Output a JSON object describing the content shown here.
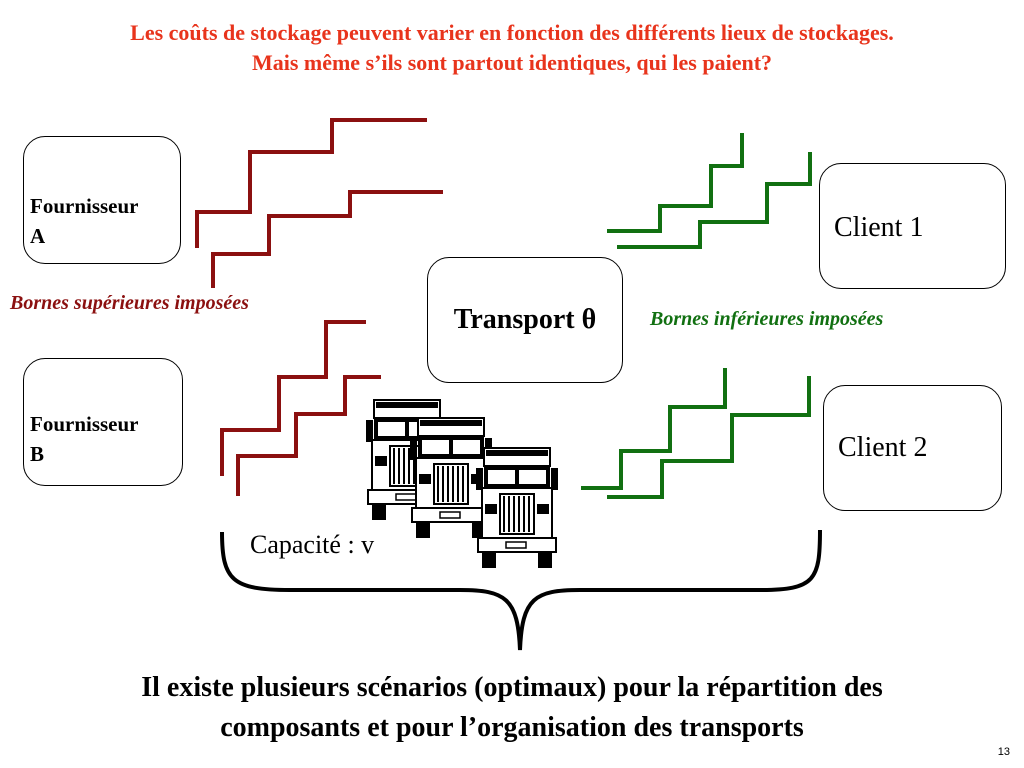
{
  "title": {
    "line1": "Les coûts de stockage peuvent varier en fonction des différents lieux de stockages.",
    "line2": "Mais même s’ils sont partout identiques, qui les paient?"
  },
  "supplier_a": {
    "line1": "Fournisseur",
    "line2": "A"
  },
  "supplier_b": {
    "line1": "Fournisseur",
    "line2": "B"
  },
  "client_1": "Client 1",
  "client_2": "Client 2",
  "transport": "Transport θ",
  "upper_bounds": "Bornes supérieures imposées",
  "lower_bounds": "Bornes inférieures imposées",
  "capacity": "Capacité : v",
  "conclusion": {
    "line1": "Il existe plusieurs scénarios (optimaux) pour la répartition des",
    "line2": "composants et pour l’organisation des transports"
  },
  "page_number": "13",
  "colors": {
    "title": "#e8341c",
    "upper": "#8b1010",
    "lower": "#117011"
  },
  "icons": [
    "truck-icon",
    "curly-brace"
  ]
}
